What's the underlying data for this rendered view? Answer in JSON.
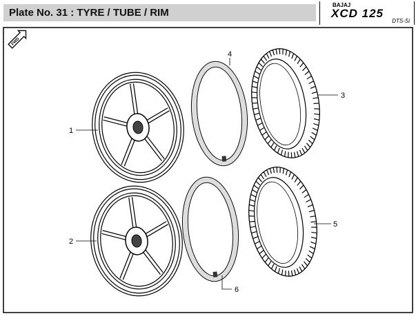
{
  "header": {
    "title": "Plate No. 31  : TYRE / TUBE / RIM"
  },
  "logo": {
    "brand": "BAJAJ",
    "model": "XCD 125",
    "variant": "DTS-Si"
  },
  "diagram": {
    "fwd_label": "FWD",
    "callouts": [
      "1",
      "2",
      "3",
      "4",
      "5",
      "6"
    ]
  }
}
